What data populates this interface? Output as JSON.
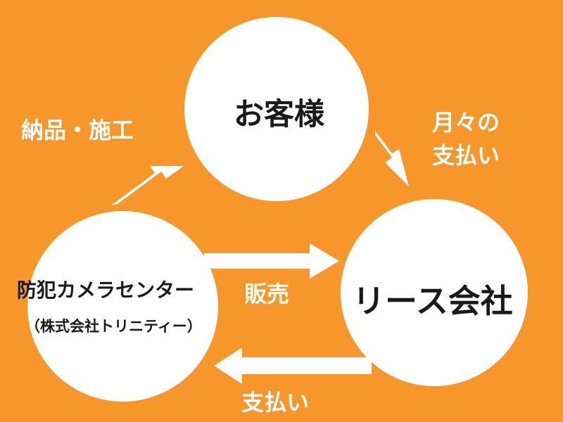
{
  "nodes": {
    "customer": {
      "label": "お客様"
    },
    "leasing": {
      "label": "リース会社"
    },
    "vendor": {
      "label": "防犯カメラセンター",
      "sublabel": "（株式会社トリニティー）"
    }
  },
  "edges": {
    "delivery": {
      "label": "納品・施工"
    },
    "monthly": {
      "label_line1": "月々の",
      "label_line2": "支払い"
    },
    "sale": {
      "label": "販売"
    },
    "payment": {
      "label": "支払い"
    }
  },
  "colors": {
    "background": "#f7962b",
    "circle": "#ffffff",
    "text_dark": "#1a1a1a",
    "text_light": "#ffffff"
  }
}
